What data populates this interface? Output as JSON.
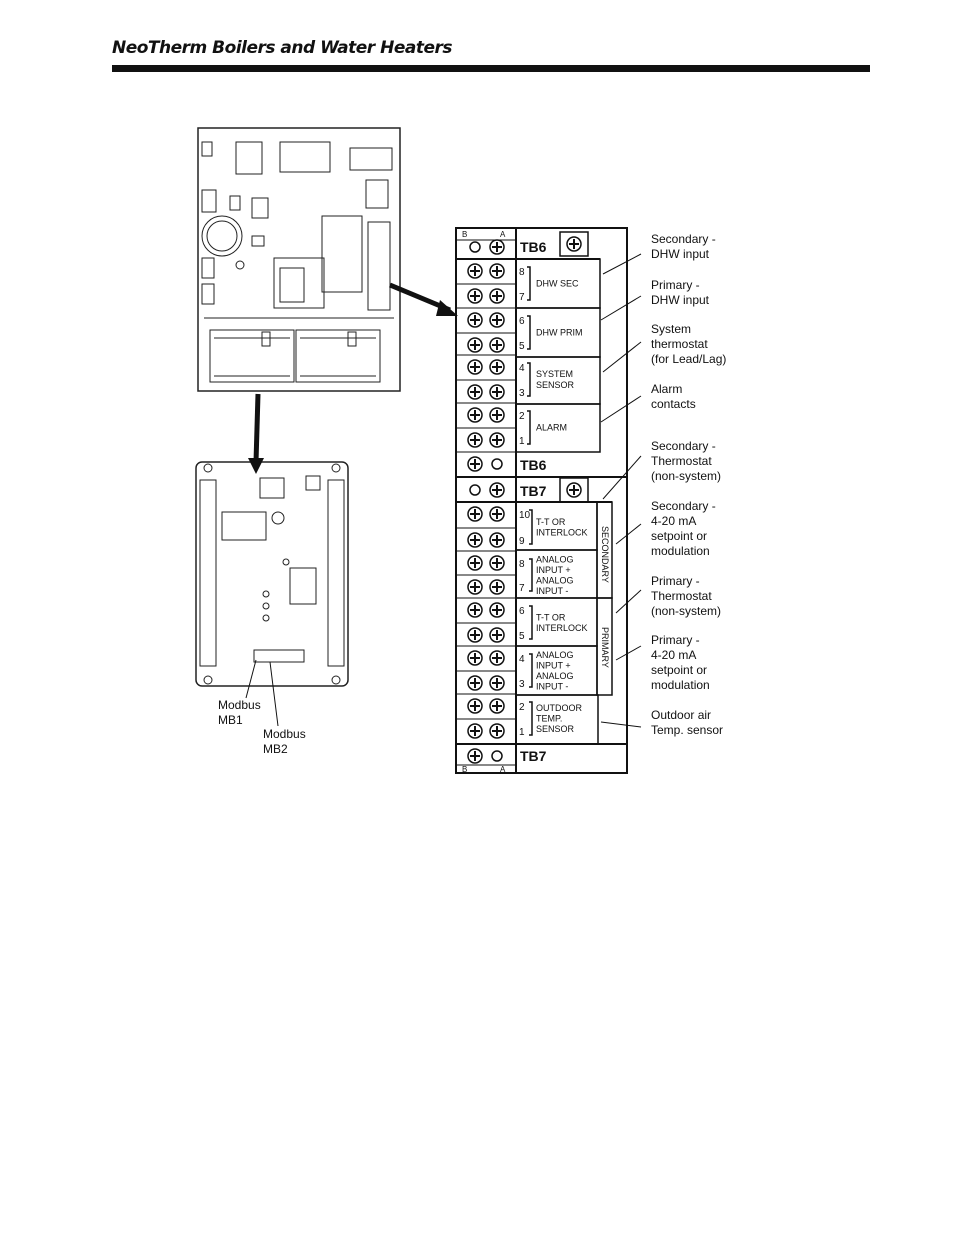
{
  "header": {
    "title": "NeoTherm Boilers and Water Heaters"
  },
  "modbus": {
    "mb1": [
      "Modbus",
      "MB1"
    ],
    "mb2": [
      "Modbus",
      "MB2"
    ]
  },
  "tb6": {
    "label": "TB6",
    "col_b": "B",
    "col_a": "A",
    "groups": [
      {
        "label": "DHW SEC",
        "top": "8",
        "bottom": "7"
      },
      {
        "label": "DHW PRIM",
        "top": "6",
        "bottom": "5"
      },
      {
        "label": [
          "SYSTEM",
          "SENSOR"
        ],
        "top": "4",
        "bottom": "3"
      },
      {
        "label": "ALARM",
        "top": "2",
        "bottom": "1"
      }
    ]
  },
  "tb7": {
    "label": "TB7",
    "col_b": "B",
    "col_a": "A",
    "groups": [
      {
        "label": [
          "T-T OR",
          "INTERLOCK"
        ],
        "top": "10",
        "bottom": "9"
      },
      {
        "label": [
          "ANALOG",
          "INPUT +",
          "ANALOG",
          "INPUT -"
        ],
        "top": "8",
        "bottom": "7"
      },
      {
        "label": [
          "T-T OR",
          "INTERLOCK"
        ],
        "top": "6",
        "bottom": "5"
      },
      {
        "label": [
          "ANALOG",
          "INPUT +",
          "ANALOG",
          "INPUT -"
        ],
        "top": "4",
        "bottom": "3"
      },
      {
        "label": [
          "OUTDOOR",
          "TEMP.",
          "SENSOR"
        ],
        "top": "2",
        "bottom": "1"
      }
    ],
    "side_labels": [
      "SECONDARY",
      "PRIMARY"
    ]
  },
  "callouts": [
    [
      "Secondary -",
      "DHW input"
    ],
    [
      "Primary -",
      "DHW input"
    ],
    [
      "System",
      "thermostat",
      "(for Lead/Lag)"
    ],
    [
      "Alarm",
      "contacts"
    ],
    [
      "Secondary -",
      "Thermostat",
      "(non-system)"
    ],
    [
      "Secondary -",
      "4-20 mA",
      "setpoint or",
      "modulation"
    ],
    [
      "Primary -",
      "Thermostat",
      "(non-system)"
    ],
    [
      "Primary -",
      "4-20 mA",
      "setpoint or",
      "modulation"
    ],
    [
      "Outdoor air",
      "Temp. sensor"
    ]
  ]
}
